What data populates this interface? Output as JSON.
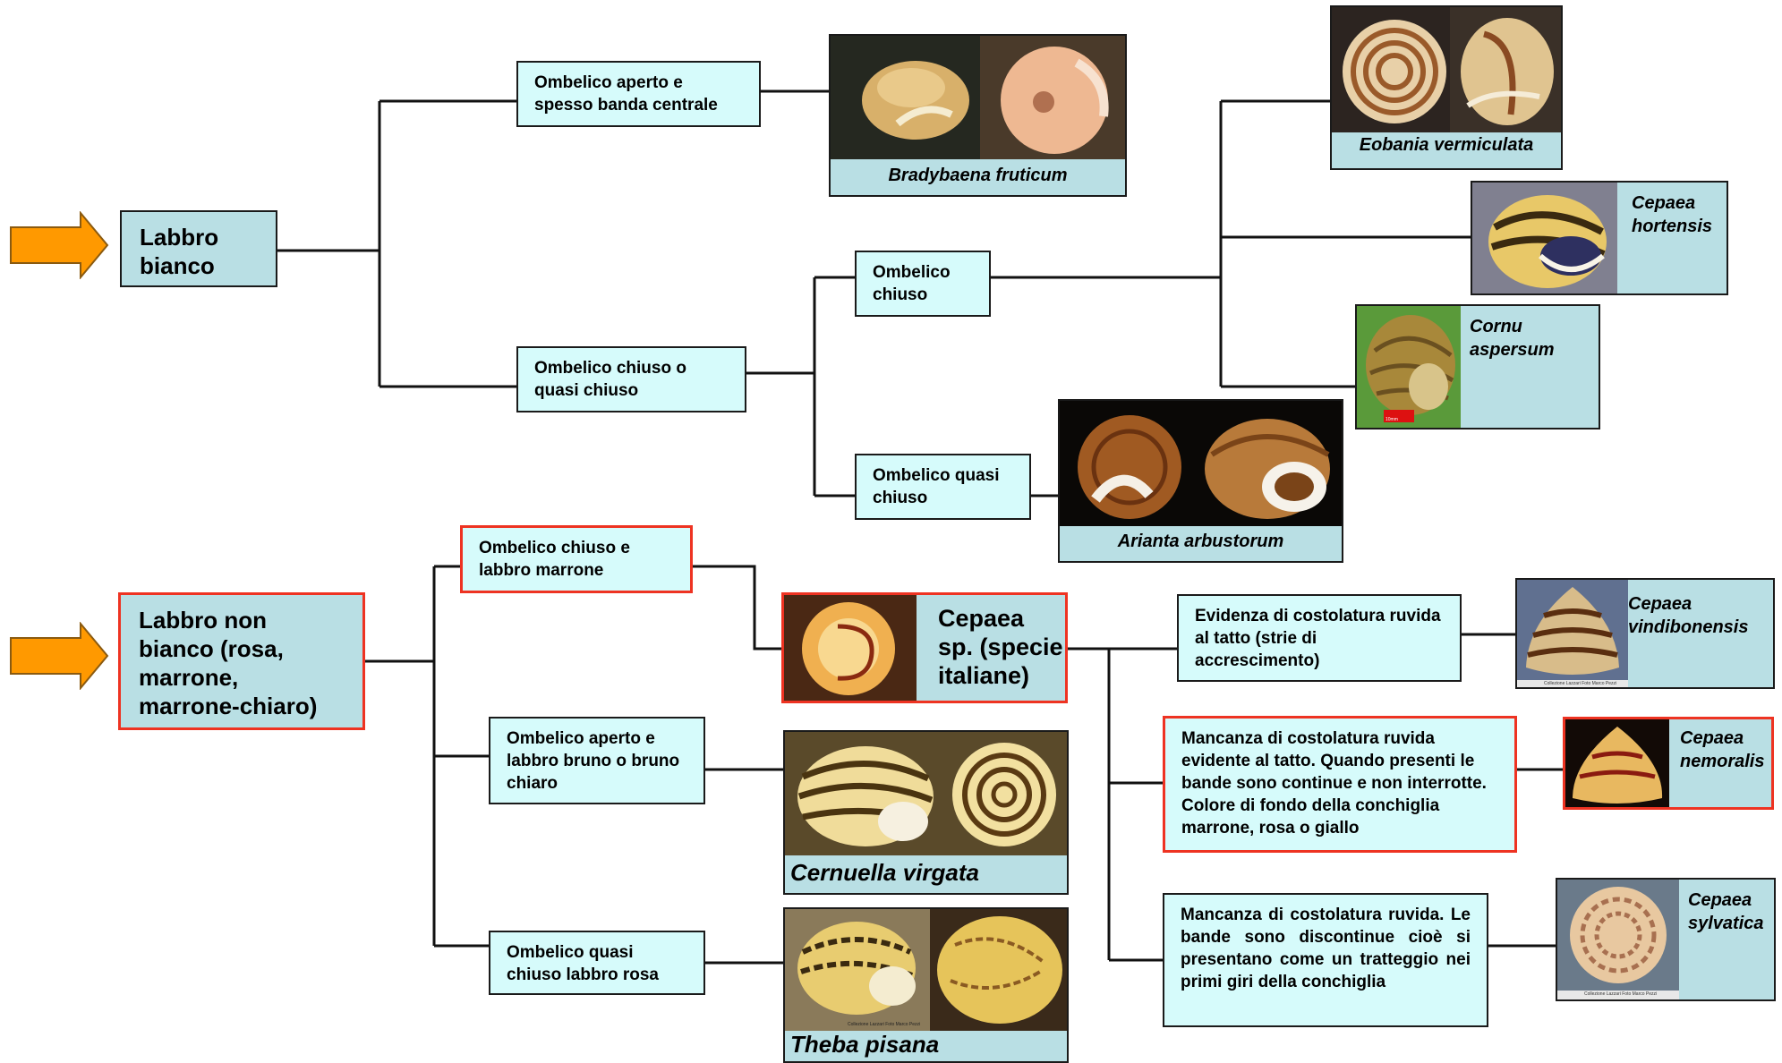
{
  "roots": {
    "white": "Labbro bianco",
    "nonwhite": "Labbro non bianco (rosa, marrone, marrone-chiaro)"
  },
  "nodes": {
    "apertoSpesso": "Ombelico  aperto e spesso banda centrale",
    "chiusoQuasi": "Ombelico  chiuso o quasi chiuso",
    "chiuso": "Ombelico chiuso",
    "quasiChiuso": "Ombelico quasi chiuso",
    "chiusoMarrone": "Ombelico  chiuso e labbro marrone",
    "apertoBruno": "Ombelico  aperto e labbro bruno o bruno chiaro",
    "quasiRosa": "Ombelico quasi chiuso labbro rosa",
    "evidenza": "Evidenza di costolatura ruvida al tatto (strie di accrescimento)",
    "mancanza1": "Mancanza di costolatura ruvida evidente al tatto. Quando presenti le bande sono continue e non interrotte. Colore di fondo della conchiglia marrone, rosa o  giallo",
    "mancanza2": "Mancanza di costolatura ruvida. Le bande sono discontinue cioè si presentano come un tratteggio nei primi giri della conchiglia"
  },
  "species": {
    "bradybaena": "Bradybaena fruticum",
    "eobania": "Eobania vermiculata",
    "hortensis": "Cepaea hortensis",
    "cornu": "Cornu aspersum",
    "arianta": "Arianta arbustorum",
    "cepaeaSp": "Cepaea sp. (specie italiane)",
    "cernuella": "Cernuella virgata",
    "theba": "Theba pisana",
    "vindibonensis": "Cepaea vindibonensis",
    "nemoralis": "Cepaea nemoralis",
    "sylvatica": "Cepaea sylvatica"
  },
  "photo_credit": "Collezione Lazzari Foto Marco Pezzi",
  "scale_label": "10mm",
  "colors": {
    "arrow": "#ff9900",
    "box_fill": "#d6fbfb",
    "root_fill": "#b9dfe4",
    "highlight_border": "#ee3322"
  }
}
